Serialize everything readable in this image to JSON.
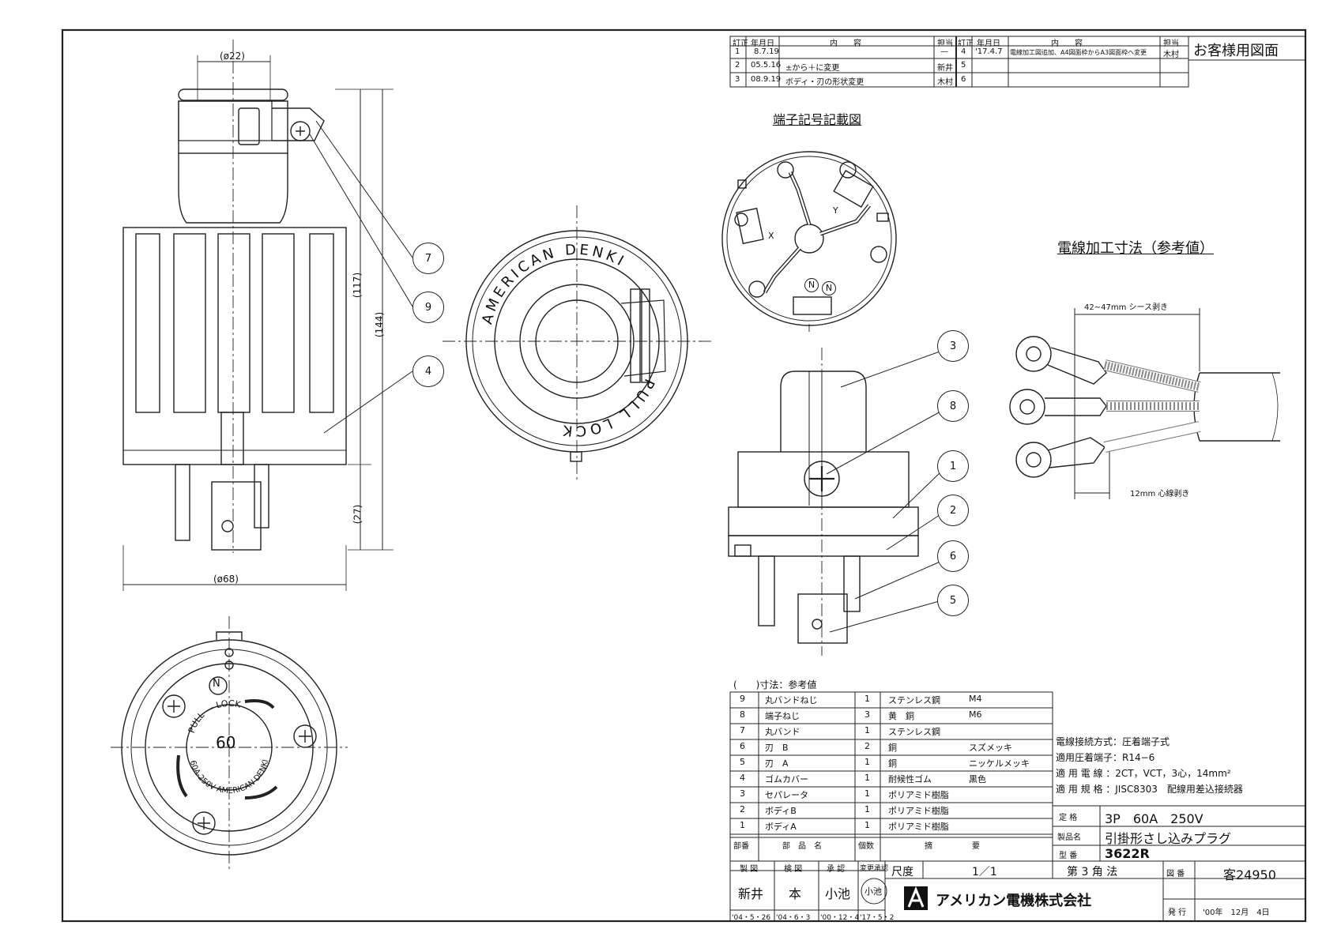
{
  "revision_table": {
    "headers": [
      "訂正",
      "年月日",
      "内　　容",
      "担当",
      "訂正",
      "年月日",
      "内　　容",
      "担当"
    ],
    "left_rows": [
      {
        "mark": "1",
        "date": "8.7.19",
        "content": "",
        "person": "—"
      },
      {
        "mark": "2",
        "date": "05.5.16",
        "content": "±から＋に変更",
        "person": "新井"
      },
      {
        "mark": "3",
        "date": "08.9.19",
        "content": "ボディ・刃の形状変更",
        "person": "木村"
      }
    ],
    "right_rows": [
      {
        "mark": "4",
        "date": "'17.4.7",
        "content": "電線加工図追加、A4図面枠からA3図面枠へ変更",
        "person": "木村"
      },
      {
        "mark": "5",
        "date": "",
        "content": "",
        "person": ""
      },
      {
        "mark": "6",
        "date": "",
        "content": "",
        "person": ""
      }
    ],
    "customer_label": "お客様用図面"
  },
  "terminal_diagram": {
    "title": "端子記号記載図",
    "labels": [
      "Y",
      "X",
      "N",
      "N"
    ]
  },
  "wire_processing": {
    "title": "電線加工寸法（参考値）",
    "sheath_dim": "42~47mm シース剥き",
    "core_dim": "12mm 心線剥き"
  },
  "front_view": {
    "dim_top": "(ø22)",
    "dim_bottom": "(ø68)",
    "dim_117": "(117)",
    "dim_144": "(144)",
    "dim_27": "(27)"
  },
  "top_view": {
    "text_arc_top": "AMERICAN DENKI",
    "text_arc_bottom": "PULL LOCK"
  },
  "face_view": {
    "pull_lock": "PULL — LOCK",
    "rating": "60",
    "spec": "60A-250V",
    "maker": "AMERICAN DENKI",
    "n_mark": "N"
  },
  "callouts": [
    "7",
    "9",
    "4",
    "3",
    "8",
    "1",
    "2",
    "6",
    "5"
  ],
  "parts": {
    "note": "(　　)寸法：参考値",
    "rows": [
      {
        "no": "9",
        "name": "丸バンドねじ",
        "qty": "1",
        "material": "ステンレス鋼",
        "remark": "M4"
      },
      {
        "no": "8",
        "name": "端子ねじ",
        "qty": "3",
        "material": "黄　銅",
        "remark": "M6"
      },
      {
        "no": "7",
        "name": "丸バンド",
        "qty": "1",
        "material": "ステンレス鋼",
        "remark": ""
      },
      {
        "no": "6",
        "name": "刃　B",
        "qty": "2",
        "material": "銅",
        "remark": "スズメッキ"
      },
      {
        "no": "5",
        "name": "刃　A",
        "qty": "1",
        "material": "銅",
        "remark": "ニッケルメッキ"
      },
      {
        "no": "4",
        "name": "ゴムカバー",
        "qty": "1",
        "material": "耐候性ゴム",
        "remark": "黒色"
      },
      {
        "no": "3",
        "name": "セパレータ",
        "qty": "1",
        "material": "ポリアミド樹脂",
        "remark": ""
      },
      {
        "no": "2",
        "name": "ボディB",
        "qty": "1",
        "material": "ポリアミド樹脂",
        "remark": ""
      },
      {
        "no": "1",
        "name": "ボディA",
        "qty": "1",
        "material": "ポリアミド樹脂",
        "remark": ""
      }
    ],
    "footer": {
      "no": "部番",
      "name": "部　品　名",
      "qty": "個数",
      "material": "摘　　　　　要"
    }
  },
  "specs": [
    "電線接続方式：圧着端子式",
    "適用圧着端子：R14−6",
    "適 用 電 線 ：2CT，VCT，3心，14mm²",
    "適 用 規 格 ：JISC8303　配線用差込接続器"
  ],
  "title_block": {
    "rating_label": "定 格",
    "rating_value": "3P　60A　250V",
    "name_label": "製品名",
    "name_value": "引掛形さし込みプラグ",
    "model_label": "型 番",
    "model_value": "3622R",
    "draw_label": "製 図",
    "check_label": "検 図",
    "approve_label": "承 認",
    "change_label": "変更承認",
    "drawer": "新井",
    "checker": "本",
    "approver": "小池",
    "change_approver": "小池",
    "draw_date": "'04・5・26",
    "check_date": "'04・6・3",
    "approve_date": "'00・12・4",
    "change_date": "'17・5・2",
    "scale_label": "尺度",
    "scale_value": "1／1",
    "projection": "第 3 角 法",
    "drawing_no_label": "図 番",
    "drawing_no": "客24950",
    "company": "アメリカン電機株式会社",
    "issue_label": "発 行",
    "issue_date": "'00年　12月　4日"
  }
}
